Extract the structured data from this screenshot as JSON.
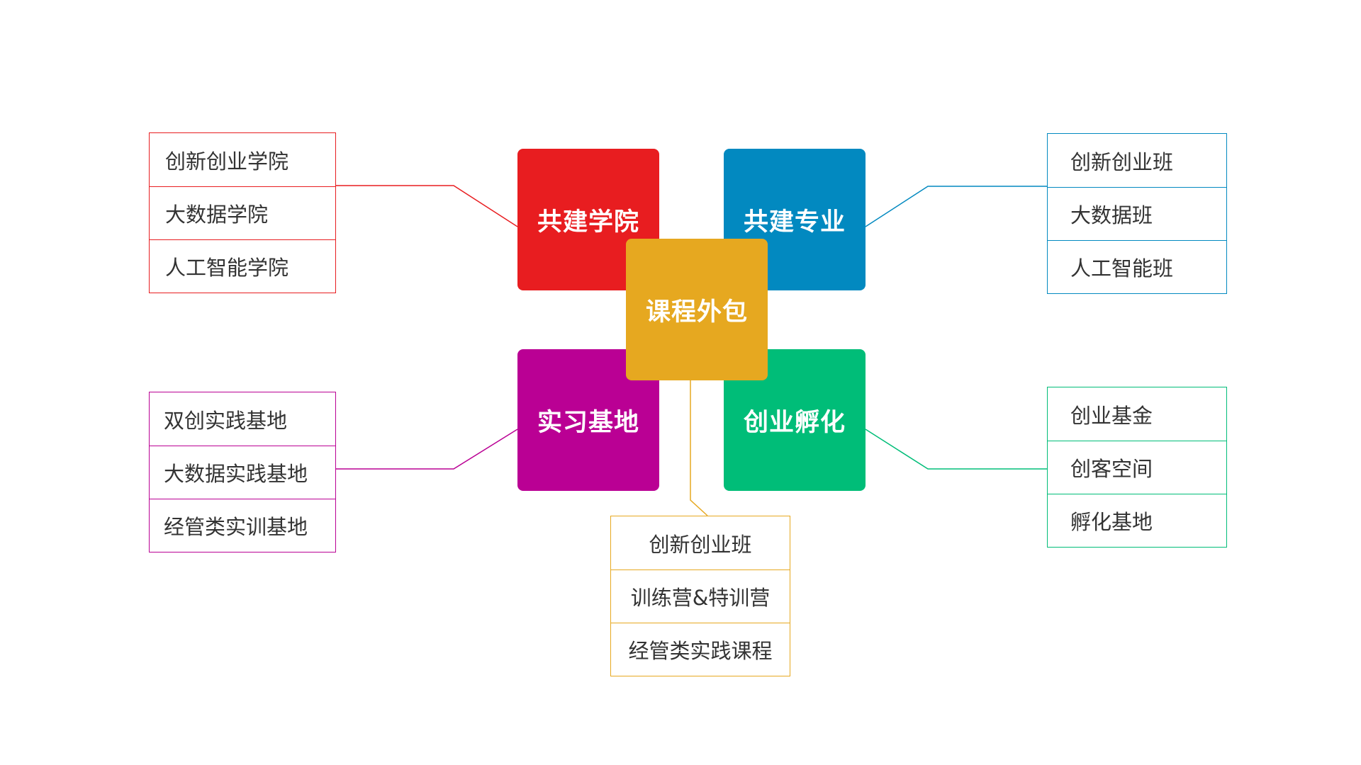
{
  "colors": {
    "red": "#E81D20",
    "blue": "#0289C0",
    "purple": "#BA0094",
    "green": "#00BD78",
    "orange": "#E6A820"
  },
  "center": {
    "label": "课程外包"
  },
  "tiles": {
    "top_left": "共建学院",
    "top_right": "共建专业",
    "bottom_left": "实习基地",
    "bottom_right": "创业孵化"
  },
  "lists": {
    "top_left": [
      "创新创业学院",
      "大数据学院",
      "人工智能学院"
    ],
    "top_right": [
      "创新创业班",
      "大数据班",
      "人工智能班"
    ],
    "bottom_left": [
      "双创实践基地",
      "大数据实践基地",
      "经管类实训基地"
    ],
    "bottom_right": [
      "创业基金",
      "创客空间",
      "孵化基地"
    ],
    "bottom_center": [
      "创新创业班",
      "训练营&特训营",
      "经管类实践课程"
    ]
  }
}
